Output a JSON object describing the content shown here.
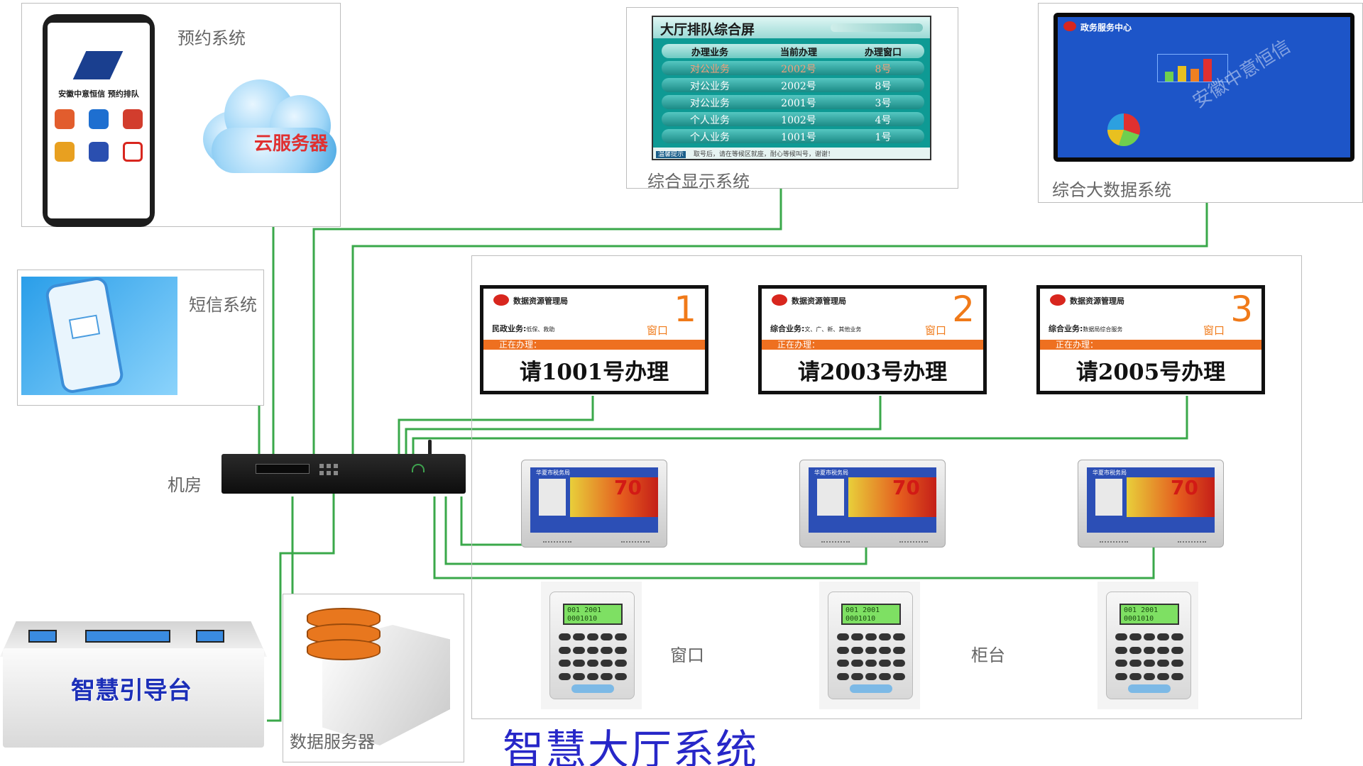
{
  "diagram": {
    "title": "智慧大厅系统",
    "labels": {
      "booking": "预约系统",
      "sms": "短信系统",
      "display": "综合显示系统",
      "bigdata": "综合大数据系统",
      "machine_room": "机房",
      "db_server": "数据服务器",
      "window": "窗口",
      "counter": "柜台"
    },
    "cloud": {
      "label": "云服务器"
    },
    "kiosk": {
      "label": "智慧引导台"
    },
    "phone": {
      "app_title": "安徽中意恒信 预约排队"
    }
  },
  "queue_screen": {
    "title": "大厅排队综合屏",
    "columns": [
      "办理业务",
      "当前办理",
      "办理窗口"
    ],
    "rows": [
      [
        "对公业务",
        "2002号",
        "8号"
      ],
      [
        "对公业务",
        "2002号",
        "8号"
      ],
      [
        "对公业务",
        "2001号",
        "3号"
      ],
      [
        "个人业务",
        "1002号",
        "4号"
      ],
      [
        "个人业务",
        "1001号",
        "1号"
      ]
    ],
    "footer_tag": "温馨提示",
    "footer_text": "取号后，请在等候区就座，耐心等候叫号，谢谢！"
  },
  "bigdata_screen": {
    "title": "政务服务中心",
    "watermark": "安徽中意恒信"
  },
  "windows": [
    {
      "org": "数据资源管理局",
      "biz_label": "民政业务:",
      "biz_detail": "低保、救助",
      "window_word": "窗口",
      "number": "1",
      "status": "正在办理：",
      "call": "请1001号办理"
    },
    {
      "org": "数据资源管理局",
      "biz_label": "综合业务:",
      "biz_detail": "文、广、新、其他业务",
      "window_word": "窗口",
      "number": "2",
      "status": "正在办理：",
      "call": "请2003号办理"
    },
    {
      "org": "数据资源管理局",
      "biz_label": "综合业务:",
      "biz_detail": "数据局综合服务",
      "window_word": "窗口",
      "number": "3",
      "status": "正在办理：",
      "call": "请2005号办理"
    }
  ],
  "tablets": [
    {
      "org": "华夏市税务局"
    },
    {
      "org": "华夏市税务局"
    },
    {
      "org": "华夏市税务局"
    }
  ],
  "keypads": [
    {
      "lcd_line1": "001 2001",
      "lcd_line2": "0001010"
    },
    {
      "lcd_line1": "001 2001",
      "lcd_line2": "0001010"
    },
    {
      "lcd_line1": "001 2001",
      "lcd_line2": "0001010"
    }
  ],
  "colors": {
    "wire": "#3aa84a",
    "title": "#2727c8",
    "accent": "#f07a19"
  }
}
